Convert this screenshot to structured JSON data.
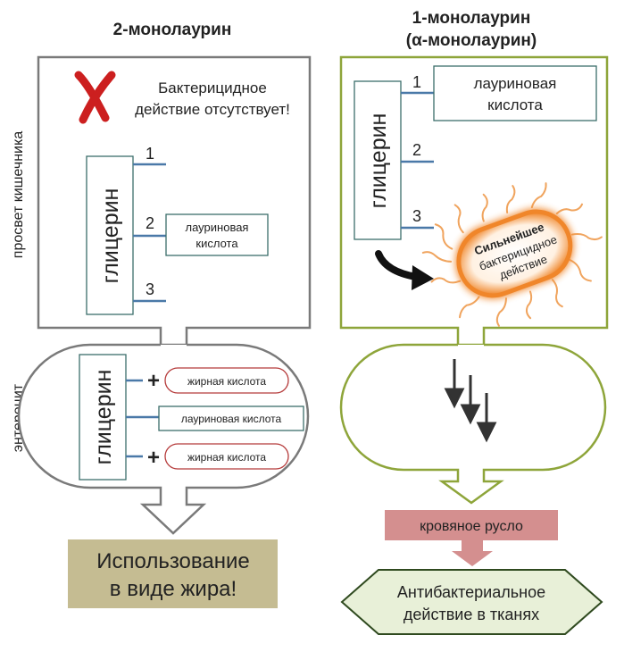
{
  "headers": {
    "left": "2-монолаурин",
    "right_line1": "1-монолаурин",
    "right_line2": "(α-монолаурин)"
  },
  "side_labels": {
    "lumen": "просвет кишечника",
    "enterocyte": "энтероцит"
  },
  "left_panel": {
    "no_effect_line1": "Бактерицидное",
    "no_effect_line2": "действие отсутствует!",
    "glycerol": "глицерин",
    "pos1": "1",
    "pos2": "2",
    "pos3": "3",
    "lauric_line1": "лауриновая",
    "lauric_line2": "кислота"
  },
  "right_panel": {
    "glycerol": "глицерин",
    "pos1": "1",
    "pos2": "2",
    "pos3": "3",
    "lauric_line1": "лауриновая",
    "lauric_line2": "кислота",
    "bact_line1": "Сильнейшее",
    "bact_line2": "бактерицидное",
    "bact_line3": "действие"
  },
  "enterocyte_left": {
    "glycerol": "глицерин",
    "fatty_acid_1": "жирная кислота",
    "lauric_acid": "лауриновая кислота",
    "fatty_acid_2": "жирная кислота",
    "plus": "+"
  },
  "outcome_left_line1": "Использование",
  "outcome_left_line2": "в виде жира!",
  "bloodstream": "кровяное русло",
  "outcome_right_line1": "Антибактериальное",
  "outcome_right_line2": "действие в тканях",
  "colors": {
    "gray_outline": "#7a7a7a",
    "green_outline": "#8ea53a",
    "teal_box": "#3b6e6b",
    "connector_blue": "#4a79a8",
    "red_pill": "#b53a3a",
    "red_x": "#cc1f1f",
    "tan_box": "#c5bc92",
    "pink_box": "#d48f8f",
    "hex_fill": "#e8f0d8",
    "hex_outline": "#2f4a1f",
    "bacteria_orange": "#f0862a"
  }
}
